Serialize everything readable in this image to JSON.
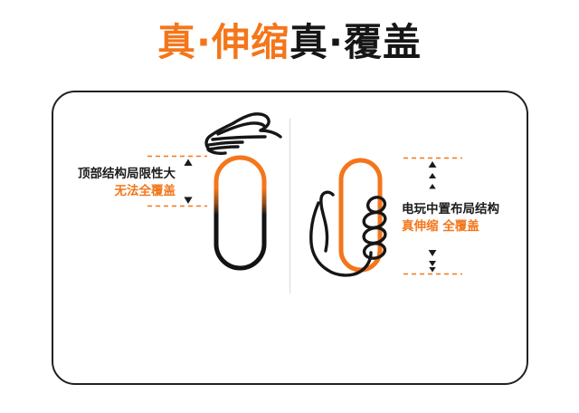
{
  "page": {
    "background": "#ffffff",
    "accent_color": "#F4761B",
    "dark_color": "#161616"
  },
  "title": {
    "orange_part": "真·伸缩",
    "dark_part": "真·覆盖",
    "full": "真·伸缩 真·覆盖"
  },
  "card": {
    "border_color": "#231f20",
    "divider_color": "#d8d8d8"
  },
  "panels": [
    {
      "id": "left",
      "name": "top-structure-panel",
      "callout_line1": "顶部结构局限性大",
      "callout_line2": "无法全覆盖",
      "device_label": "capsule-partial-coverage",
      "hand_label": "hand-pinching-top",
      "arrows_up": 1,
      "arrows_down": 1,
      "coverage_color_top": "#F4761B",
      "coverage_color_bottom": "#111111"
    },
    {
      "id": "right",
      "name": "mid-mounted-structure-panel",
      "callout_line1": "电玩中置布局结构",
      "callout_line2": "真伸缩 全覆盖",
      "device_label": "capsule-full-coverage",
      "hand_label": "hand-gripping-full",
      "arrows_up": 3,
      "arrows_down": 3,
      "coverage_color_top": "#F4761B",
      "coverage_color_bottom": "#F4761B"
    }
  ]
}
